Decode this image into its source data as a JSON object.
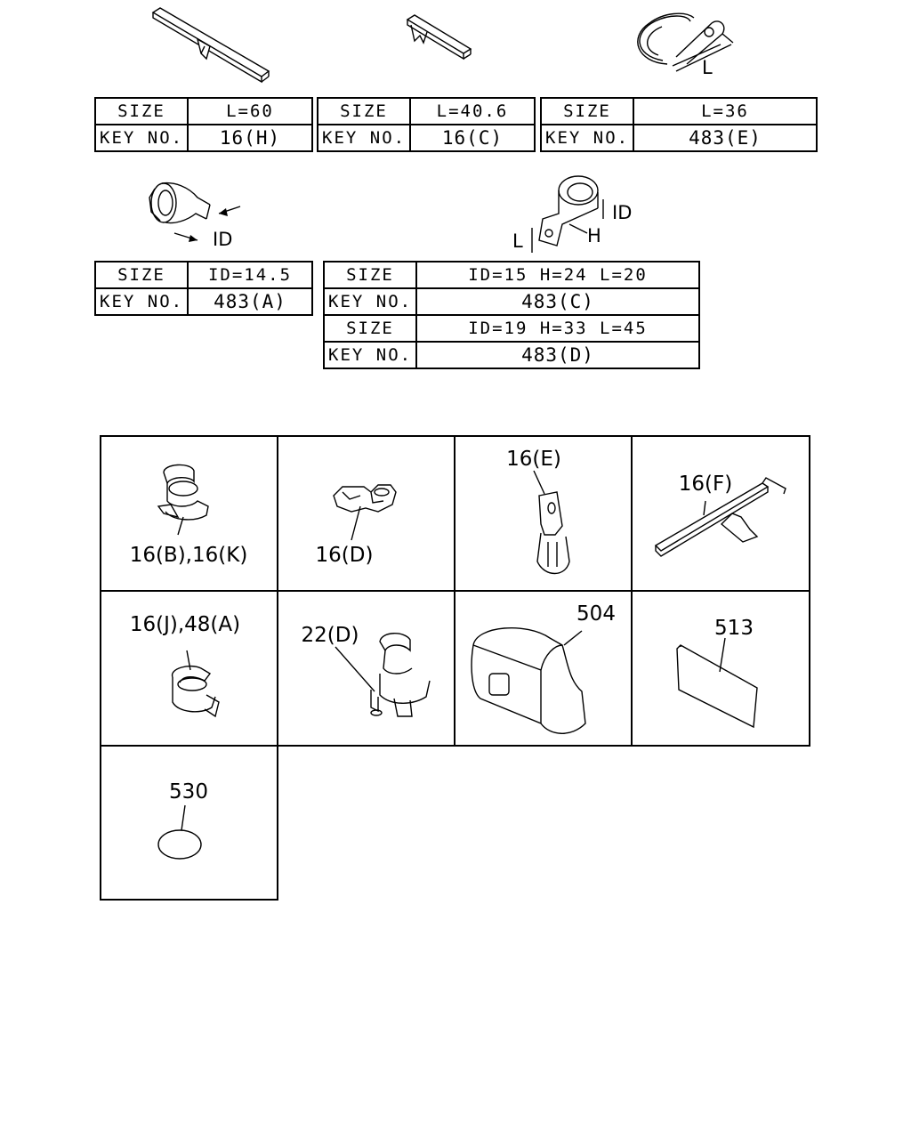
{
  "size_tables": [
    {
      "rows": [
        {
          "label": "SIZE",
          "value": "L=60"
        },
        {
          "label": "KEY NO.",
          "value": "16(H)"
        }
      ]
    },
    {
      "rows": [
        {
          "label": "SIZE",
          "value": "L=40.6"
        },
        {
          "label": "KEY NO.",
          "value": "16(C)"
        }
      ]
    },
    {
      "rows": [
        {
          "label": "SIZE",
          "value": "L=36"
        },
        {
          "label": "KEY NO.",
          "value": "483(E)"
        }
      ]
    },
    {
      "rows": [
        {
          "label": "SIZE",
          "value": "ID=14.5"
        },
        {
          "label": "KEY NO.",
          "value": "483(A)"
        }
      ]
    },
    {
      "rows": [
        {
          "label": "SIZE",
          "value": "ID=15 H=24 L=20"
        },
        {
          "label": "KEY NO.",
          "value": "483(C)"
        },
        {
          "label": "SIZE",
          "value": "ID=19 H=33 L=45"
        },
        {
          "label": "KEY NO.",
          "value": "483(D)"
        }
      ]
    }
  ],
  "dimension_labels": {
    "l": "L",
    "id": "ID",
    "h": "H"
  },
  "grid_parts": [
    {
      "label": "16(B),16(K)",
      "icon": "clamp-icon"
    },
    {
      "label": "16(D)",
      "icon": "clip-icon"
    },
    {
      "label": "16(E)",
      "icon": "bracket-clip-icon"
    },
    {
      "label": "16(F)",
      "icon": "long-clip-icon"
    },
    {
      "label": "16(J),48(A)",
      "icon": "clamp-icon"
    },
    {
      "label": "22(D)",
      "icon": "double-clamp-icon"
    },
    {
      "label": "504",
      "icon": "grommet-icon"
    },
    {
      "label": "513",
      "icon": "pad-icon"
    },
    {
      "label": "530",
      "icon": "seal-icon"
    }
  ]
}
